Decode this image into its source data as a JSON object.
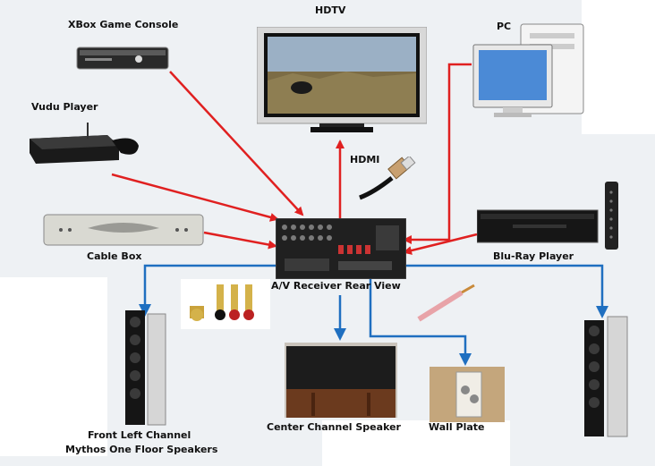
{
  "labels": {
    "xbox": "XBox Game Console",
    "hdtv": "HDTV",
    "pc": "PC",
    "vudu": "Vudu Player",
    "hdmi": "HDMI",
    "cable": "Cable Box",
    "bluray": "Blu-Ray Player",
    "receiver": "A/V Receiver Rear View",
    "front_left": "Front Left Channel",
    "mythos": "Mythos One Floor Speakers",
    "center": "Center Channel Speaker",
    "wall_plate": "Wall Plate"
  },
  "colors": {
    "input_arrow": "#e02020",
    "output_arrow": "#1f6fc0",
    "device_dark": "#1b1b1b"
  }
}
